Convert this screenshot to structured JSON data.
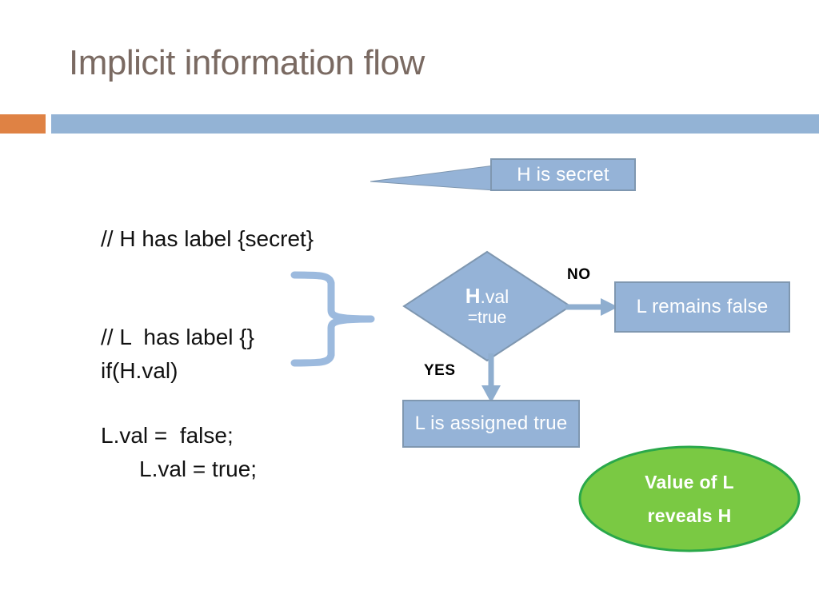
{
  "slide": {
    "title": "Implicit information flow",
    "title_color": "#7a6a62",
    "accent_color": "#df8244",
    "divider_color": "#93b3d5"
  },
  "code": {
    "top": [
      "// H has label {secret}",
      "// L  has label {}",
      "L.val =  false;"
    ],
    "bottom": {
      "line1": "if(H.val)",
      "line2": "L.val = true;"
    }
  },
  "callout": {
    "label": "H is secret",
    "fill": "#95b3d7",
    "border": "#7f97b0"
  },
  "flow": {
    "decision": {
      "text_bold": "H",
      "text_rest": ".val",
      "text_line2": "=true",
      "fill": "#95b3d7",
      "border": "#7f97b0"
    },
    "branch_no": "NO",
    "branch_yes": "YES",
    "box_no": "L remains false",
    "box_yes": "L is assigned true",
    "arrow_color": "#8faecf"
  },
  "conclusion": {
    "line1": "Value of L",
    "line2": "reveals H",
    "fill": "#7ac943",
    "border": "#2aa84a"
  }
}
